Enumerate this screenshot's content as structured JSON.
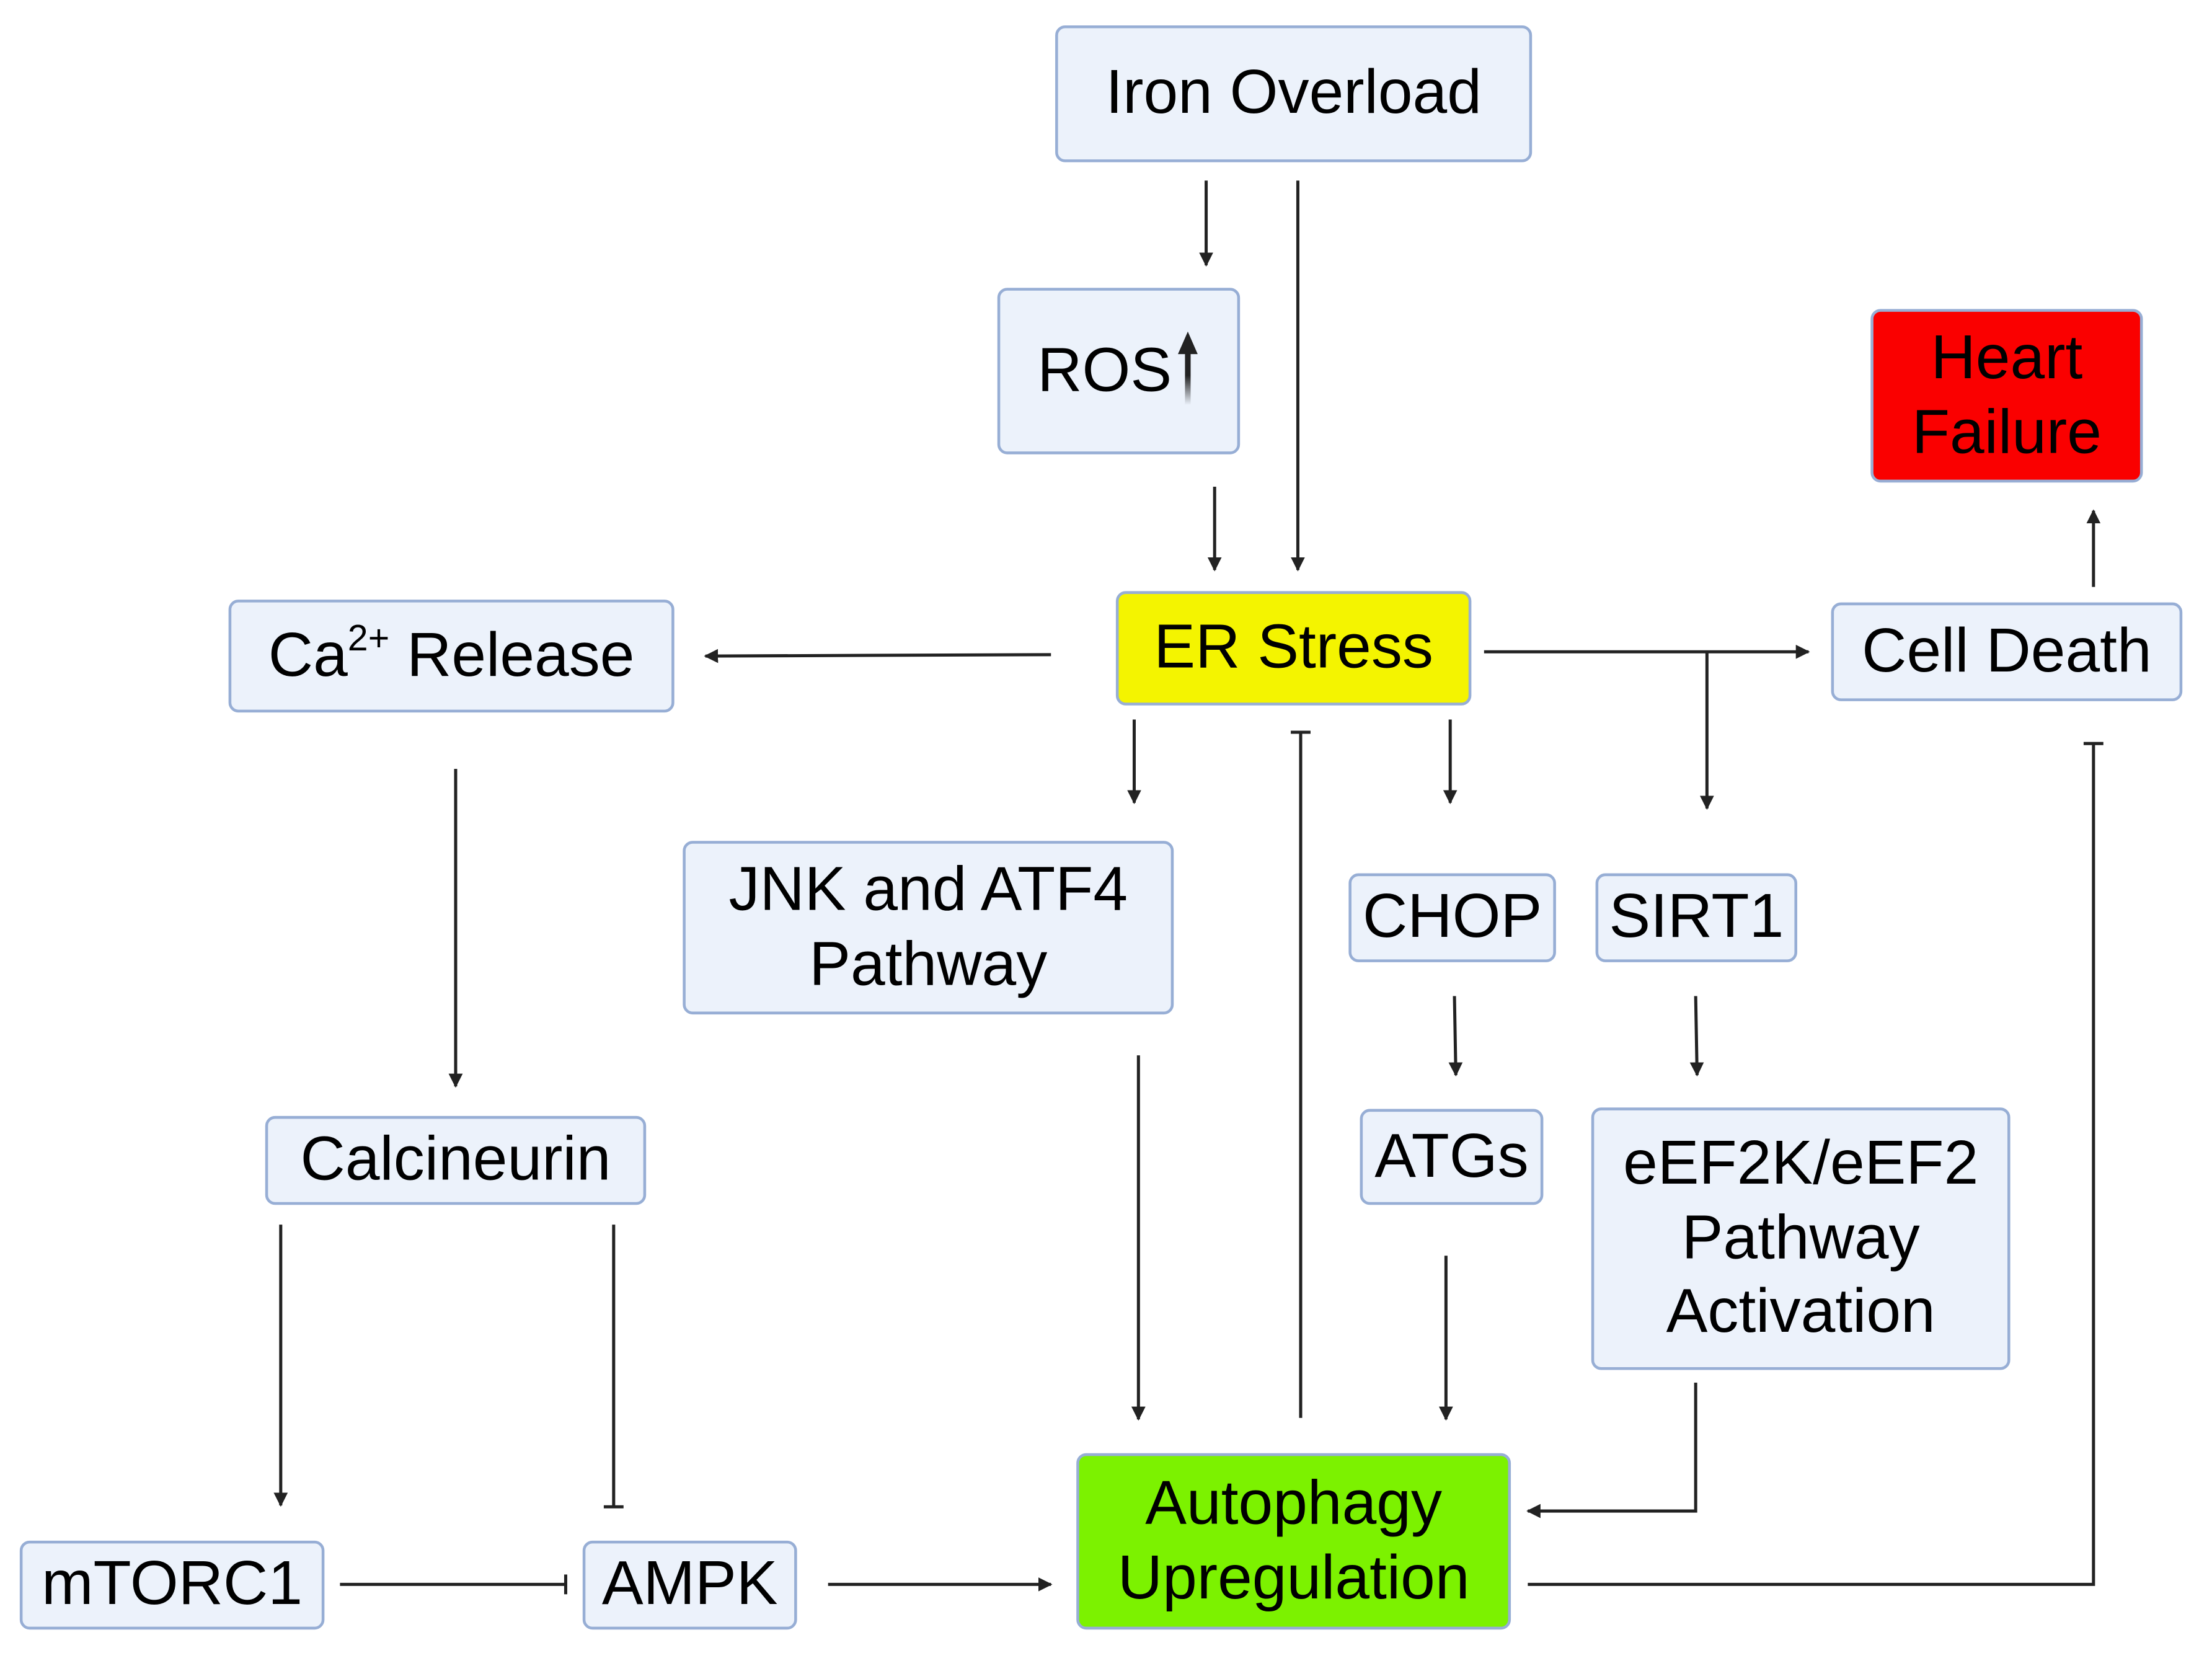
{
  "nodes": {
    "iron_overload": "Iron Overload",
    "ros": "ROS",
    "ros_indicator": "up-arrow",
    "heart_failure": [
      "Heart",
      "Failure"
    ],
    "ca_release_base": "Ca",
    "ca_release_sup": "2+",
    "ca_release_rest": " Release",
    "er_stress": "ER Stress",
    "cell_death": "Cell Death",
    "jnk_atf4": [
      "JNK and ATF4",
      "Pathway"
    ],
    "chop": "CHOP",
    "sirt1": "SIRT1",
    "calcineurin": "Calcineurin",
    "atgs": "ATGs",
    "eef2k": [
      "eEF2K/eEF2",
      "Pathway",
      "Activation"
    ],
    "mtorc1": "mTORC1",
    "ampk": "AMPK",
    "autophagy": [
      "Autophagy",
      "Upregulation"
    ]
  },
  "colors": {
    "node_fill": "#ecf2fb",
    "node_border": "#97aed5",
    "er_stress": "#f4f400",
    "autophagy": "#7cf200",
    "heart_failure": "#fa0000",
    "edge": "#222222"
  },
  "edges": [
    {
      "from": "Iron Overload",
      "to": "ROS",
      "type": "activate"
    },
    {
      "from": "Iron Overload",
      "to": "ER Stress",
      "type": "activate"
    },
    {
      "from": "ROS",
      "to": "ER Stress",
      "type": "activate"
    },
    {
      "from": "ER Stress",
      "to": "Ca2+ Release",
      "type": "activate"
    },
    {
      "from": "ER Stress",
      "to": "Cell Death",
      "type": "activate"
    },
    {
      "from": "ER Stress",
      "to": "JNK and ATF4 Pathway",
      "type": "activate"
    },
    {
      "from": "ER Stress",
      "to": "CHOP",
      "type": "activate"
    },
    {
      "from": "ER Stress",
      "to": "SIRT1",
      "type": "activate"
    },
    {
      "from": "Cell Death",
      "to": "Heart Failure",
      "type": "activate"
    },
    {
      "from": "Ca2+ Release",
      "to": "Calcineurin",
      "type": "activate"
    },
    {
      "from": "CHOP",
      "to": "ATGs",
      "type": "activate"
    },
    {
      "from": "SIRT1",
      "to": "eEF2K/eEF2 Pathway Activation",
      "type": "activate"
    },
    {
      "from": "Calcineurin",
      "to": "mTORC1",
      "type": "activate"
    },
    {
      "from": "Calcineurin",
      "to": "AMPK",
      "type": "inhibit"
    },
    {
      "from": "mTORC1",
      "to": "AMPK",
      "type": "inhibit"
    },
    {
      "from": "AMPK",
      "to": "Autophagy Upregulation",
      "type": "activate"
    },
    {
      "from": "JNK and ATF4 Pathway",
      "to": "Autophagy Upregulation",
      "type": "activate"
    },
    {
      "from": "ATGs",
      "to": "Autophagy Upregulation",
      "type": "activate"
    },
    {
      "from": "eEF2K/eEF2 Pathway Activation",
      "to": "Autophagy Upregulation",
      "type": "activate"
    },
    {
      "from": "Autophagy Upregulation",
      "to": "ER Stress",
      "type": "inhibit"
    },
    {
      "from": "Autophagy Upregulation",
      "to": "Cell Death",
      "type": "inhibit"
    }
  ]
}
